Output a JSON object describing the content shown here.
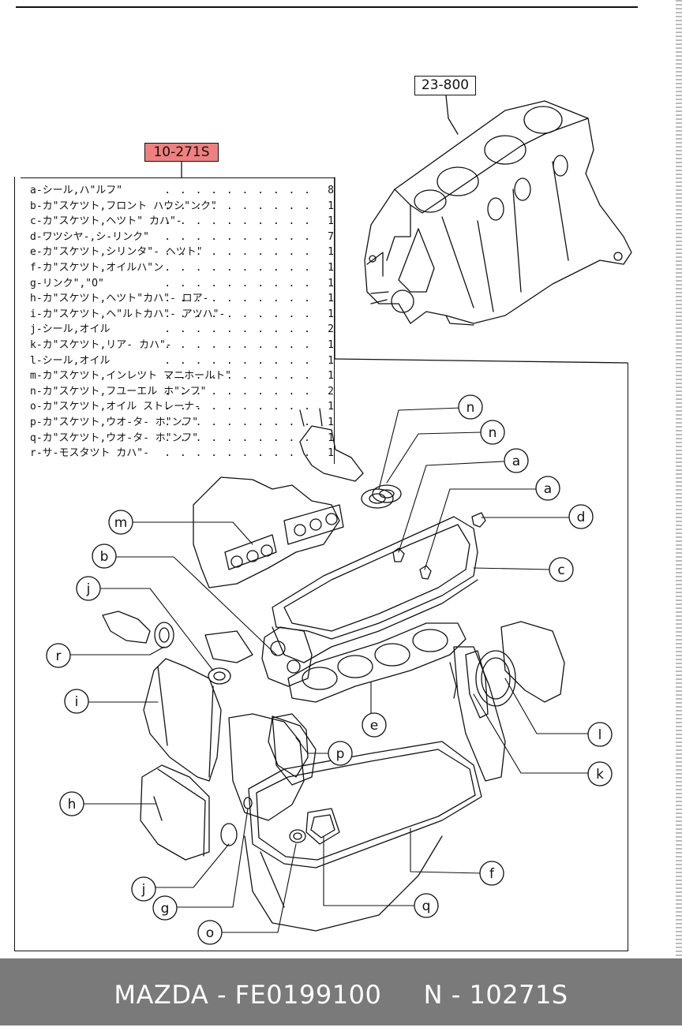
{
  "ref_main": "10-271S",
  "ref_block": "23-800",
  "parts_list": [
    {
      "letter": "a",
      "name": "シール,ハ\"ルフ\"",
      "qty": "8"
    },
    {
      "letter": "b",
      "name": "カ\"スケツト,フロント ハウシ\"ンク\"",
      "qty": "1"
    },
    {
      "letter": "c",
      "name": "カ\"スケツト,ヘツト\" カハ\"-",
      "qty": "1"
    },
    {
      "letter": "d",
      "name": "ワツシヤ-,シ-リンク\"",
      "qty": "7"
    },
    {
      "letter": "e",
      "name": "カ\"スケツト,シリンタ\"- ヘツト\"",
      "qty": "1"
    },
    {
      "letter": "f",
      "name": "カ\"スケツト,オイルハ\"ン",
      "qty": "1"
    },
    {
      "letter": "g",
      "name": "リンク\",\"O\"",
      "qty": "1"
    },
    {
      "letter": "h",
      "name": "カ\"スケツト,ヘツト\"カハ\"- ロア-",
      "qty": "1"
    },
    {
      "letter": "i",
      "name": "カ\"スケツト,ヘ\"ルトカハ\"- アツハ\"-",
      "qty": "1"
    },
    {
      "letter": "j",
      "name": "シール,オイル",
      "qty": "2"
    },
    {
      "letter": "k",
      "name": "カ\"スケツト,リア- カハ\"-",
      "qty": "1"
    },
    {
      "letter": "l",
      "name": "シール,オイル",
      "qty": "1"
    },
    {
      "letter": "m",
      "name": "カ\"スケツト,インレツト マニホールト\"",
      "qty": "1"
    },
    {
      "letter": "n",
      "name": "カ\"スケツト,フユーエル ホ\"ンフ\"",
      "qty": "2"
    },
    {
      "letter": "o",
      "name": "カ\"スケツト,オイル ストレーナ-",
      "qty": "1"
    },
    {
      "letter": "p",
      "name": "カ\"スケツト,ウオ-タ- ホ\"ンフ\"",
      "qty": "1"
    },
    {
      "letter": "q",
      "name": "カ\"スケツト,ウオ-タ- ホ\"ンフ\"",
      "qty": "1"
    },
    {
      "letter": "r",
      "name": "サ-モスタツト カハ\"-",
      "qty": "1"
    }
  ],
  "callouts": {
    "n1": "n",
    "n2": "n",
    "a1": "a",
    "a2": "a",
    "d": "d",
    "c": "c",
    "m": "m",
    "b": "b",
    "j1": "j",
    "r": "r",
    "i": "i",
    "e": "e",
    "p": "p",
    "l": "l",
    "k": "k",
    "h": "h",
    "f": "f",
    "j2": "j",
    "g": "g",
    "q": "q",
    "o": "o"
  },
  "footer": "MAZDA - FE0199100     N - 10271S",
  "colors": {
    "ref_highlight": "#f08080",
    "footer_bg": "#7a7a7a",
    "footer_text": "#ffffff"
  }
}
